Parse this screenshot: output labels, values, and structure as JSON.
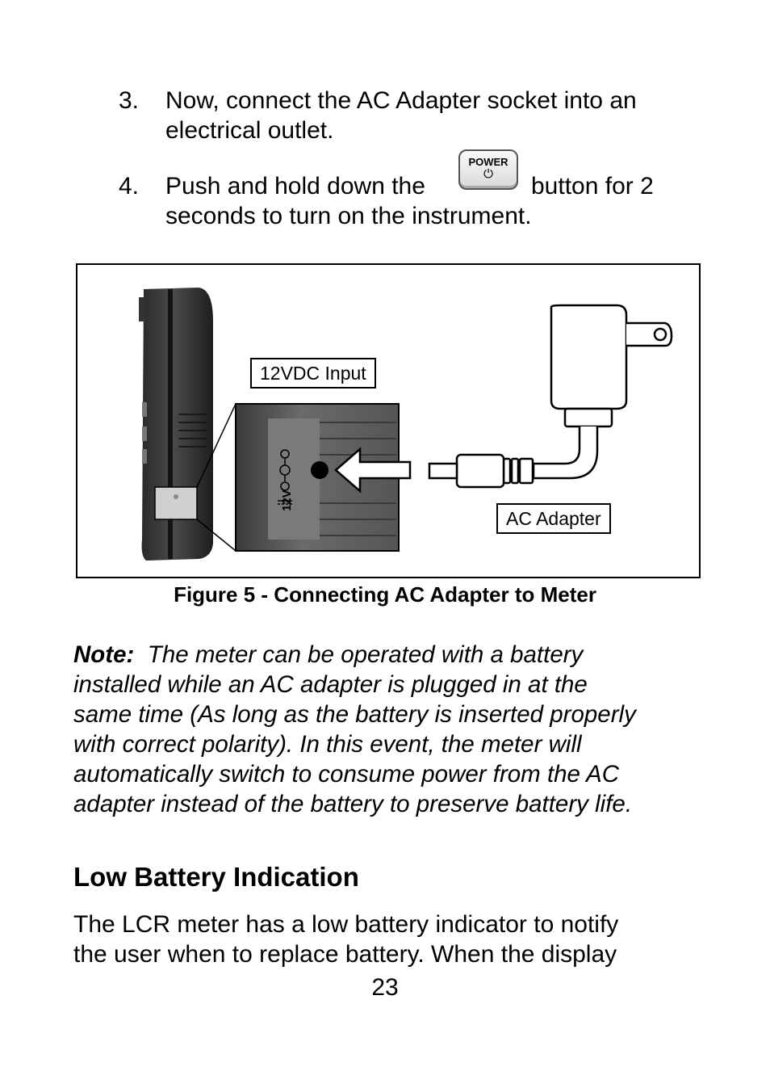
{
  "steps": [
    {
      "number": "3.",
      "line1": "Now, connect the AC Adapter socket into an",
      "line2": "electrical outlet."
    },
    {
      "number": "4.",
      "before_icon": "Push and hold down the",
      "after_icon": "button for 2",
      "line2": "seconds to turn on the instrument."
    }
  ],
  "power_button": {
    "label": "POWER",
    "symbol": "⏻"
  },
  "figure": {
    "label_input": "12VDC Input",
    "label_adapter": "AC Adapter",
    "jack_label": "12V",
    "caption": "Figure 5 - Connecting AC Adapter to Meter"
  },
  "note": {
    "lead": "Note:",
    "lines": [
      "The meter can be operated with a battery",
      "installed while an AC adapter is plugged in at the",
      "same time (As long as the battery is inserted properly",
      "with correct polarity).  In this event, the meter will",
      "automatically switch to consume power from the AC",
      "adapter instead of the battery to preserve battery life."
    ]
  },
  "section": {
    "heading": "Low Battery Indication",
    "lines": [
      "The LCR meter has a low battery indicator to notify",
      "the user when to replace battery.  When the display"
    ]
  },
  "page_number": "23"
}
